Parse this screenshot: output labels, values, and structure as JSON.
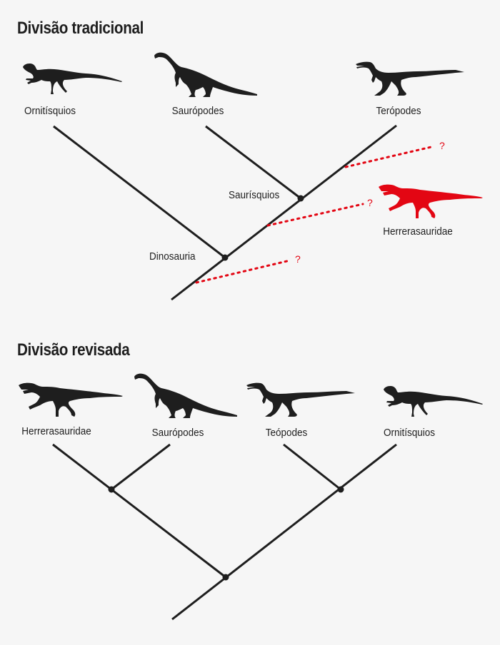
{
  "colors": {
    "background": "#f6f6f6",
    "line": "#1e1e1e",
    "highlight": "#e30613"
  },
  "traditional": {
    "title": "Divisão tradicional",
    "taxa": [
      {
        "label": "Ornitísquios",
        "icon": "ornithischian-silhouette-icon"
      },
      {
        "label": "Saurópodes",
        "icon": "sauropodomorph-silhouette-icon"
      },
      {
        "label": "Terópodes",
        "icon": "theropod-silhouette-icon"
      }
    ],
    "nodes": [
      {
        "label": "Saurísquios"
      },
      {
        "label": "Dinosauria"
      }
    ],
    "uncertain": {
      "label": "Herrerasauridae",
      "icon": "herrerasaurid-silhouette-icon",
      "question_marks": [
        "?",
        "?",
        "?"
      ]
    }
  },
  "revised": {
    "title": "Divisão revisada",
    "taxa": [
      {
        "label": "Herrerasauridae",
        "icon": "herrerasaurid-silhouette-icon"
      },
      {
        "label": "Saurópodes",
        "icon": "sauropodomorph-silhouette-icon"
      },
      {
        "label": "Teópodes",
        "icon": "theropod-silhouette-icon"
      },
      {
        "label": "Ornitísquios",
        "icon": "ornithischian-silhouette-icon"
      }
    ]
  }
}
